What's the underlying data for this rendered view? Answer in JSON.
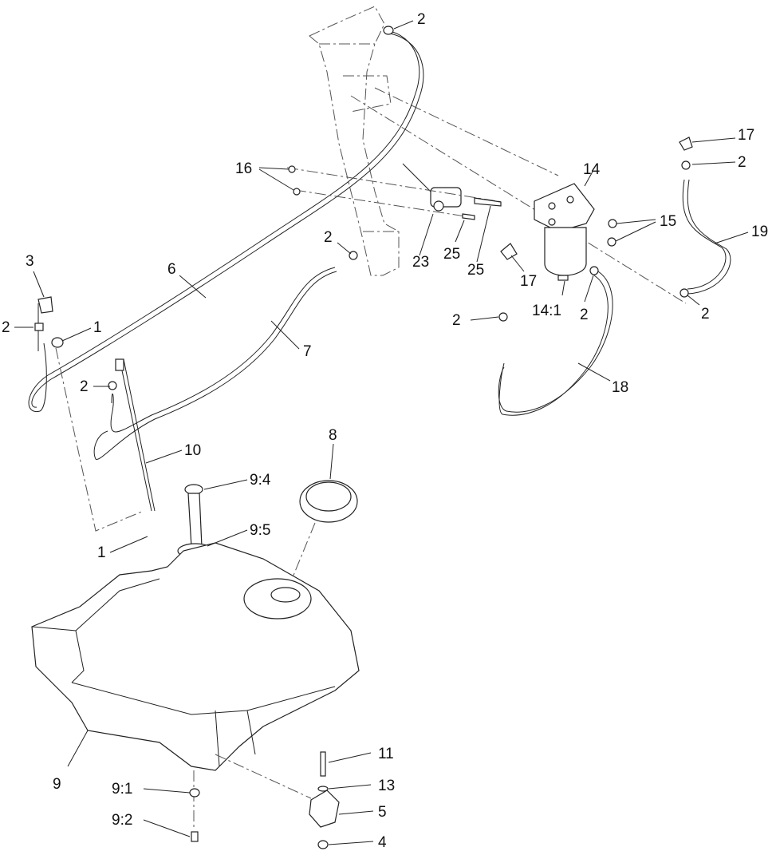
{
  "callouts": {
    "c1a": "1",
    "c1b": "1",
    "c2a": "2",
    "c2b": "2",
    "c2c": "2",
    "c2d": "2",
    "c2e": "2",
    "c2f": "2",
    "c2g": "2",
    "c2h": "2",
    "c3": "3",
    "c4": "4",
    "c5": "5",
    "c6": "6",
    "c7": "7",
    "c8": "8",
    "c9": "9",
    "c9_1": "9:1",
    "c9_2": "9:2",
    "c9_4": "9:4",
    "c9_5": "9:5",
    "c10": "10",
    "c11": "11",
    "c13": "13",
    "c14": "14",
    "c14_1": "14:1",
    "c15": "15",
    "c16": "16",
    "c17a": "17",
    "c17b": "17",
    "c18": "18",
    "c19": "19",
    "c23": "23",
    "c25a": "25",
    "c25b": "25"
  }
}
